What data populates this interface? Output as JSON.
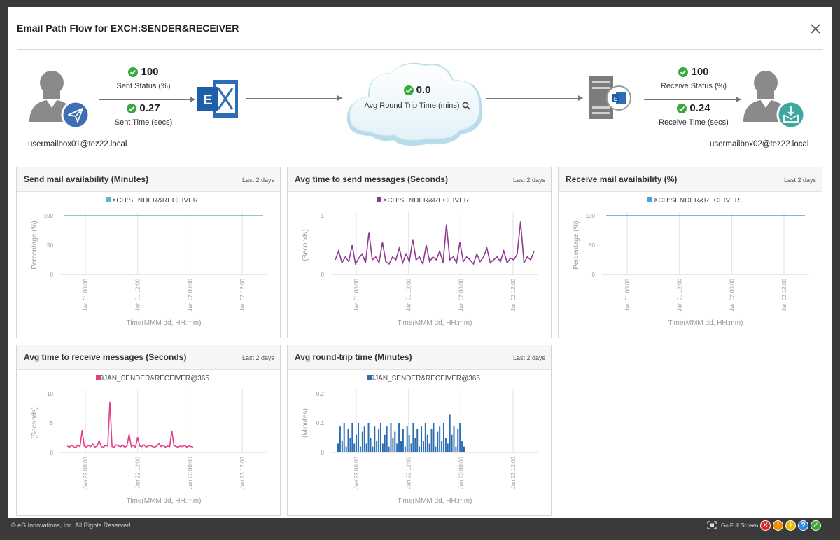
{
  "modal": {
    "title": "Email Path Flow for EXCH:SENDER&RECEIVER"
  },
  "flow": {
    "sender_email": "usermailbox01@tez22.local",
    "receiver_email": "usermailbox02@tez22.local",
    "sent_status": {
      "value": "100",
      "label": "Sent Status (%)"
    },
    "sent_time": {
      "value": "0.27",
      "label": "Sent Time (secs)"
    },
    "round_trip": {
      "value": "0.0",
      "label": "Avg Round Trip Time (mins)"
    },
    "receive_status": {
      "value": "100",
      "label": "Receive Status (%)"
    },
    "receive_time": {
      "value": "0.24",
      "label": "Receive Time (secs)"
    }
  },
  "panels": [
    {
      "title": "Send mail availability (Minutes)",
      "range": "Last 2 days"
    },
    {
      "title": "Avg time to send messages (Seconds)",
      "range": "Last 2 days"
    },
    {
      "title": "Receive mail availability (%)",
      "range": "Last 2 days"
    },
    {
      "title": "Avg time to receive messages (Seconds)",
      "range": "Last 2 days"
    },
    {
      "title": "Avg round-trip time (Minutes)",
      "range": "Last 2 days"
    }
  ],
  "chart_data": [
    {
      "type": "line",
      "legend": "EXCH:SENDER&RECEIVER",
      "color": "#5bbcb7",
      "ylabel": "Percentage (%)",
      "xlabel": "Time(MMM dd, HH:mm)",
      "yticks": [
        "0",
        "50",
        "100"
      ],
      "ylim": [
        0,
        100
      ],
      "xticks": [
        "Jan 01 00:00",
        "Jan 01 12:00",
        "Jan 02 00:00",
        "Jan 02 12:00"
      ],
      "series": [
        {
          "values": [
            100,
            100,
            100,
            100,
            100,
            100,
            100,
            100,
            100,
            100
          ]
        }
      ]
    },
    {
      "type": "line",
      "legend": "EXCH:SENDER&RECEIVER",
      "color": "#8e3b8e",
      "ylabel": "(Seconds)",
      "xlabel": "Time(MMM dd, HH:mm)",
      "yticks": [
        "0",
        "1"
      ],
      "ylim": [
        0,
        1
      ],
      "xticks": [
        "Jan 01 00:00",
        "Jan 01 12:00",
        "Jan 02 00:00",
        "Jan 02 12:00"
      ],
      "series": [
        {
          "values": [
            0.25,
            0.4,
            0.2,
            0.3,
            0.22,
            0.5,
            0.18,
            0.28,
            0.35,
            0.2,
            0.72,
            0.25,
            0.3,
            0.2,
            0.55,
            0.22,
            0.18,
            0.3,
            0.25,
            0.45,
            0.2,
            0.35,
            0.22,
            0.6,
            0.25,
            0.3,
            0.18,
            0.5,
            0.22,
            0.3,
            0.25,
            0.4,
            0.2,
            0.85,
            0.25,
            0.3,
            0.2,
            0.55,
            0.22,
            0.3,
            0.25,
            0.18,
            0.35,
            0.22,
            0.3,
            0.45,
            0.2,
            0.25,
            0.3,
            0.22,
            0.4,
            0.2,
            0.28,
            0.25,
            0.35,
            0.9,
            0.2,
            0.3,
            0.25,
            0.4
          ]
        }
      ]
    },
    {
      "type": "line",
      "legend": "EXCH:SENDER&RECEIVER",
      "color": "#4aa3d8",
      "ylabel": "Percentage (%)",
      "xlabel": "Time(MMM dd, HH:mm)",
      "yticks": [
        "0",
        "50",
        "100"
      ],
      "ylim": [
        0,
        100
      ],
      "xticks": [
        "Jan 01 00:00",
        "Jan 01 12:00",
        "Jan 02 00:00",
        "Jan 02 12:00"
      ],
      "series": [
        {
          "values": [
            100,
            100,
            100,
            100,
            100,
            100,
            100,
            100,
            100,
            100
          ]
        }
      ]
    },
    {
      "type": "line",
      "legend": "09JAN_SENDER&RECEIVER@365",
      "color": "#e23f87",
      "ylabel": "(Seconds)",
      "xlabel": "Time(MMM dd, HH:mm)",
      "yticks": [
        "0",
        "5",
        "10"
      ],
      "ylim": [
        0,
        10
      ],
      "xticks": [
        "Jan 22 00:00",
        "Jan 22 12:00",
        "Jan 23 00:00",
        "Jan 23 12:00"
      ],
      "series": [
        {
          "values": [
            1.1,
            0.9,
            1.2,
            1.0,
            0.8,
            1.3,
            1.0,
            3.8,
            1.1,
            0.9,
            1.2,
            1.0,
            1.4,
            0.9,
            1.1,
            2.0,
            1.0,
            0.9,
            1.2,
            1.1,
            8.6,
            1.0,
            0.9,
            1.3,
            1.1,
            1.0,
            1.2,
            0.9,
            1.1,
            3.1,
            1.0,
            1.2,
            0.9,
            2.6,
            1.1,
            1.0,
            1.3,
            0.9,
            1.1,
            1.2,
            1.0,
            0.9,
            1.1,
            1.5,
            1.0,
            1.2,
            0.9,
            1.1,
            1.0,
            3.7,
            1.2,
            1.0,
            0.9,
            1.1,
            1.0,
            1.2,
            0.9,
            1.1,
            1.0,
            0.9
          ]
        }
      ]
    },
    {
      "type": "bar",
      "legend": "09JAN_SENDER&RECEIVER@365",
      "color": "#2c6db3",
      "ylabel": "(Minutes)",
      "xlabel": "Time(MMM dd, HH:mm)",
      "yticks": [
        "0",
        "0.1",
        "0.2"
      ],
      "ylim": [
        0,
        0.2
      ],
      "xticks": [
        "Jan 22 00:00",
        "Jan 22 12:00",
        "Jan 23 00:00",
        "Jan 23 12:00"
      ],
      "series": [
        {
          "values": [
            0.03,
            0.09,
            0.04,
            0.1,
            0.02,
            0.08,
            0.05,
            0.1,
            0.03,
            0.06,
            0.1,
            0.02,
            0.07,
            0.09,
            0.03,
            0.1,
            0.05,
            0.02,
            0.09,
            0.04,
            0.08,
            0.1,
            0.03,
            0.06,
            0.09,
            0.02,
            0.1,
            0.05,
            0.07,
            0.03,
            0.1,
            0.04,
            0.08,
            0.02,
            0.09,
            0.06,
            0.03,
            0.1,
            0.05,
            0.08,
            0.02,
            0.09,
            0.04,
            0.1,
            0.06,
            0.03,
            0.08,
            0.1,
            0.02,
            0.07,
            0.09,
            0.04,
            0.1,
            0.05,
            0.03,
            0.13,
            0.06,
            0.09,
            0.02,
            0.08,
            0.1,
            0.04,
            0.02
          ]
        }
      ]
    }
  ],
  "footer": {
    "copyright": "© eG Innovations, Inc. All Rights Reserved",
    "fullscreen_label": "Go Full Screen",
    "status_icons": [
      {
        "name": "critical",
        "glyph": "✕",
        "color": "#e02424"
      },
      {
        "name": "major",
        "glyph": "!",
        "color": "#f08c00"
      },
      {
        "name": "minor",
        "glyph": "i",
        "color": "#e8b900"
      },
      {
        "name": "unknown",
        "glyph": "?",
        "color": "#2b8de0"
      },
      {
        "name": "normal",
        "glyph": "✓",
        "color": "#3aa83a"
      }
    ]
  }
}
